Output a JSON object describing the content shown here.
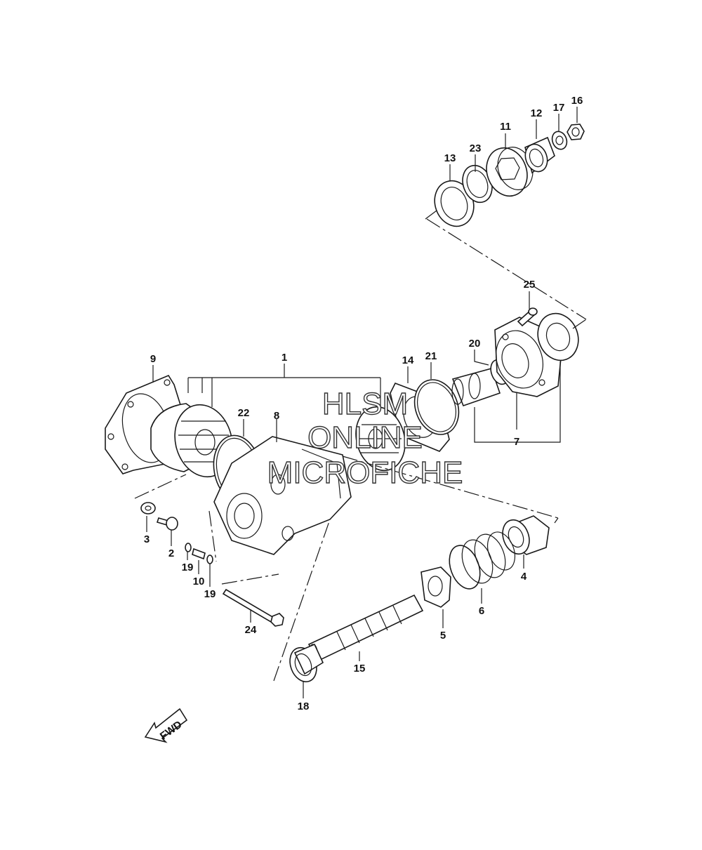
{
  "callouts": {
    "c1": "1",
    "c2": "2",
    "c3": "3",
    "c4": "4",
    "c5": "5",
    "c6": "6",
    "c7": "7",
    "c8": "8",
    "c9": "9",
    "c10": "10",
    "c11": "11",
    "c12": "12",
    "c13": "13",
    "c14": "14",
    "c15": "15",
    "c16": "16",
    "c17": "17",
    "c18": "18",
    "c19a": "19",
    "c19b": "19",
    "c20": "20",
    "c21": "21",
    "c22": "22",
    "c23": "23",
    "c24": "24",
    "c25": "25"
  },
  "watermark": {
    "line1": "HLSM",
    "line2": "ONLINE",
    "line3": "MICROFICHE"
  },
  "direction_badge": {
    "label": "FWD"
  }
}
